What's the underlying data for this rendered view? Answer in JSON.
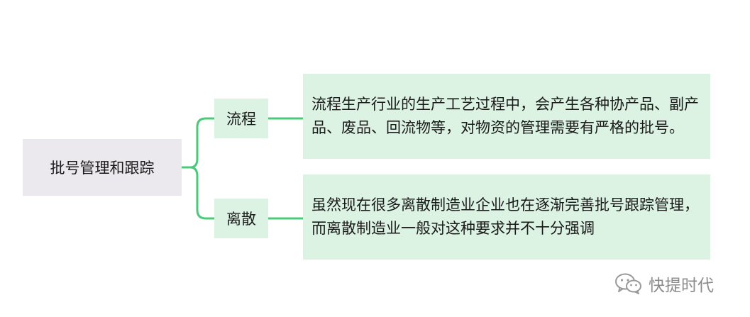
{
  "root": {
    "label": "批号管理和跟踪"
  },
  "branches": [
    {
      "label": "流程",
      "detail": "流程生产行业的生产工艺过程中，会产生各种协产品、副产品、废品、回流物等，对物资的管理需要有严格的批号。"
    },
    {
      "label": "离散",
      "detail": "虽然现在很多离散制造业企业也在逐渐完善批号跟踪管理，而离散制造业一般对这种要求并不十分强调"
    }
  ],
  "watermark": {
    "text": "快提时代",
    "icon": "wechat-icon"
  },
  "colors": {
    "connector": "#4cc87a",
    "root_fill": "#ece9ee",
    "branch_fill": "#dcf3e3",
    "leaf_fill": "#dcf3e3",
    "watermark": "#8c8c8c"
  }
}
